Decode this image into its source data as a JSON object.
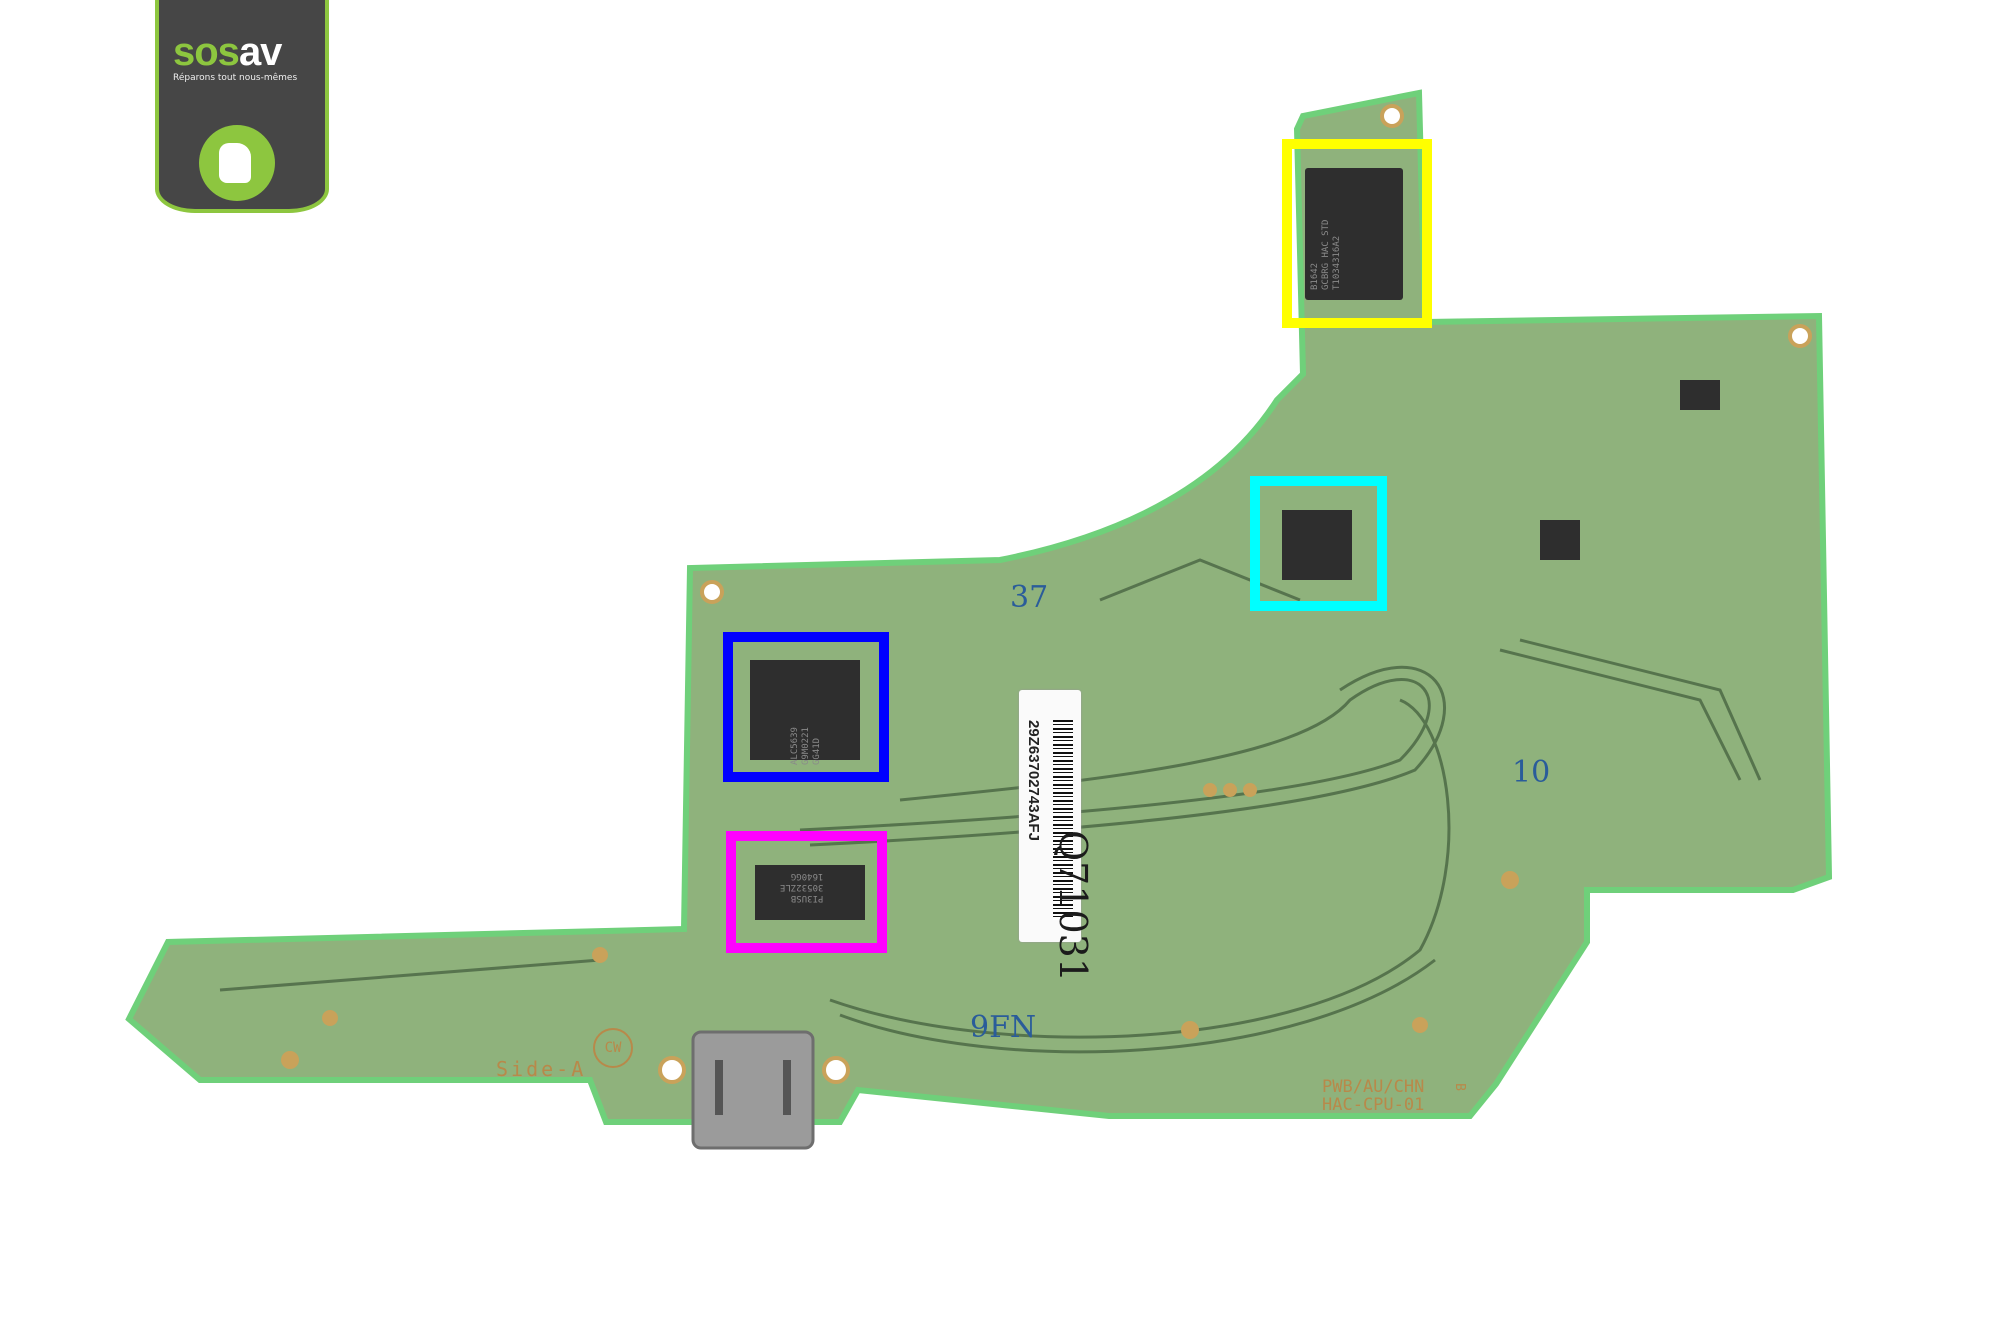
{
  "logo": {
    "brand_green": "sos",
    "brand_white": "av",
    "tagline": "Réparons tout nous-mêmes",
    "icon": "fist-screwdriver-icon"
  },
  "board": {
    "silkscreen": {
      "model_line1": "PWB/AU/CHN",
      "model_line2": "HAC-CPU-01",
      "rev": "B",
      "side": "Side-A",
      "cw": "CW"
    },
    "sticker_code": "29Z63702743AFJ",
    "handwriting": {
      "main": "Q71031",
      "a": "37",
      "b": "9FN",
      "c": "10"
    },
    "chips": {
      "yellow": "B1642\nGCBRG HAC STD\nT1034316A2",
      "blue": "ALC5639\nG9M0221\nGG41D",
      "magenta": "PI3USB\n30532ZLE\n1640GG"
    }
  },
  "highlight_colors": {
    "yellow": "#ffff00",
    "cyan": "#00ffff",
    "blue": "#0000ff",
    "magenta": "#ff00ff"
  },
  "colors": {
    "pcb": "#8fb27c",
    "pcb_edge": "#6fd07a",
    "trace": "#3f5a3a"
  }
}
